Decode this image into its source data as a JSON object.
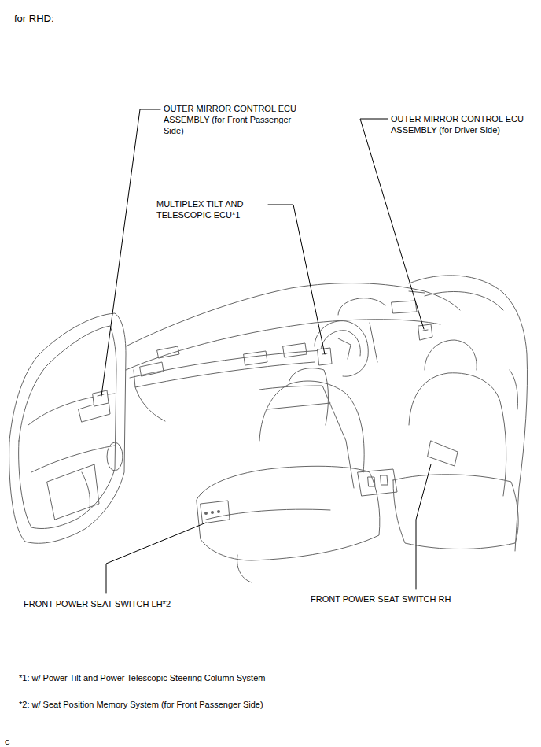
{
  "diagram": {
    "title": "for RHD:",
    "labels": [
      "OUTER MIRROR CONTROL ECU ASSEMBLY (for Front Passenger Side)",
      "OUTER MIRROR CONTROL ECU ASSEMBLY (for Driver Side)",
      "MULTIPLEX TILT AND TELESCOPIC ECU*1",
      "FRONT POWER SEAT SWITCH LH*2",
      "FRONT POWER SEAT SWITCH RH",
      "*1: w/ Power Tilt and Power Telescopic Steering Column System",
      "*2: w/ Seat Position Memory System (for Front Passenger Side)",
      "C"
    ]
  }
}
